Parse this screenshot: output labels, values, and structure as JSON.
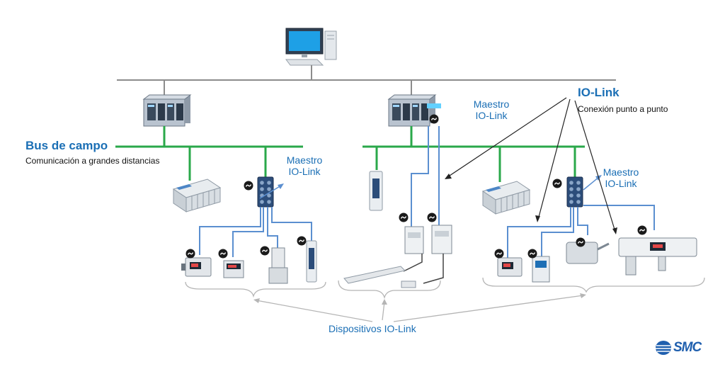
{
  "labels": {
    "bus_title": "Bus de campo",
    "bus_subtitle": "Comunicación a grandes distancias",
    "master_left_line1": "Maestro",
    "master_left_line2": "IO-Link",
    "master_center_line1": "Maestro",
    "master_center_line2": "IO-Link",
    "master_right_line1": "Maestro",
    "master_right_line2": "IO-Link",
    "iolink_title": "IO-Link",
    "iolink_subtitle": "Conexión punto a punto",
    "devices": "Dispositivos IO-Link",
    "logo": "SMC"
  },
  "colors": {
    "fieldbus": "#2aa84a",
    "iolink_line": "#5b8fd0",
    "network_line": "#8c8c8c",
    "label_blue": "#1b6fb5",
    "logo_blue": "#1f5fae"
  },
  "icons": [
    "computer-icon",
    "plc-icon",
    "iolink-symbol-icon",
    "valve-manifold-icon",
    "sensor-icon",
    "smc-logo-icon"
  ]
}
